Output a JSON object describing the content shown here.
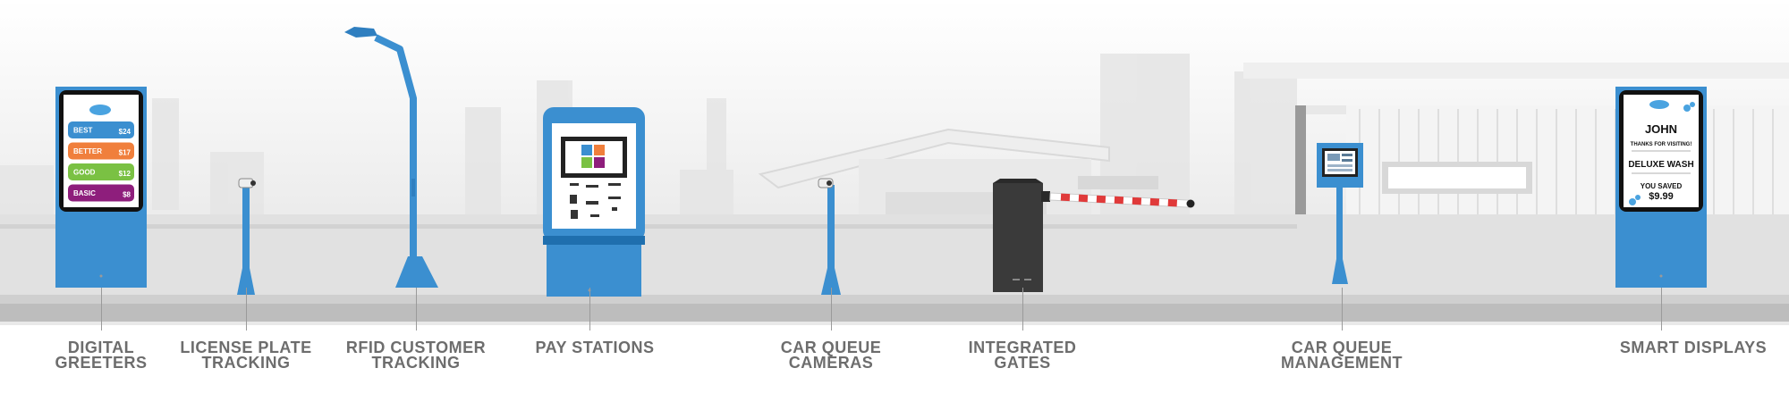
{
  "colors": {
    "device_blue": "#3b8fd0",
    "device_blue_dark": "#1f6fae",
    "gate_body": "#3a3a3a",
    "arm_red": "#e03a3a",
    "tier_best": "#3b8fd0",
    "tier_better": "#f07f3c",
    "tier_good": "#7ac143",
    "tier_basic": "#8e1e7c",
    "label_text": "#6d6d6d"
  },
  "greeter_screen": {
    "tiers": [
      {
        "name": "BEST",
        "price": "$24"
      },
      {
        "name": "BETTER",
        "price": "$17"
      },
      {
        "name": "GOOD",
        "price": "$12"
      },
      {
        "name": "BASIC",
        "price": "$8"
      }
    ]
  },
  "smart_display": {
    "name": "JOHN",
    "thanks": "THANKS FOR VISITING!",
    "wash": "DELUXE WASH",
    "saved_label": "YOU SAVED",
    "saved_amount": "$9.99"
  },
  "labels": [
    {
      "id": "digital-greeters",
      "lines": [
        "DIGITAL",
        "GREETERS"
      ]
    },
    {
      "id": "license-plate-tracking",
      "lines": [
        "LICENSE PLATE",
        "TRACKING"
      ]
    },
    {
      "id": "rfid-customer-tracking",
      "lines": [
        "RFID CUSTOMER",
        "TRACKING"
      ]
    },
    {
      "id": "pay-stations",
      "lines": [
        "PAY STATIONS"
      ]
    },
    {
      "id": "car-queue-cameras",
      "lines": [
        "CAR QUEUE",
        "CAMERAS"
      ]
    },
    {
      "id": "integrated-gates",
      "lines": [
        "INTEGRATED",
        "GATES"
      ]
    },
    {
      "id": "car-queue-management",
      "lines": [
        "CAR QUEUE",
        "MANAGEMENT"
      ]
    },
    {
      "id": "smart-displays",
      "lines": [
        "SMART DISPLAYS"
      ]
    }
  ]
}
